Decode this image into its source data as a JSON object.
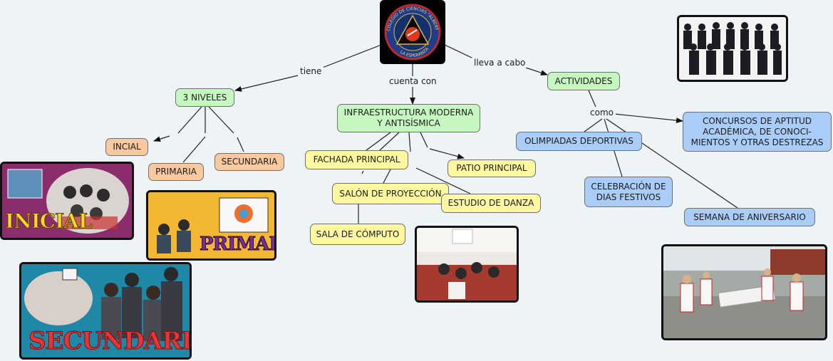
{
  "logo": {
    "ring_text_top": "COLEGIO DE CIENCIAS \"ALBERT EINSTEIN\"",
    "ring_text_bottom": "LA ESPERANZA"
  },
  "nodes": {
    "niveles": "3 NIVELES",
    "infraestructura": "INFRAESTRUCTURA MODERNA Y ANTISÍSMICA",
    "actividades": "ACTIVIDADES",
    "inicial": "INCIAL",
    "primaria": "PRIMARIA",
    "secundaria": "SECUNDARIA",
    "fachada": "FACHADA PRINCIPAL",
    "patio": "PATIO PRINCIPAL",
    "salon": "SALÓN DE PROYECCIÓN",
    "danza": "ESTUDIO DE DANZA",
    "computo": "SALA DE CÓMPUTO",
    "olimpiadas": "OLIMPIADAS DEPORTIVAS",
    "concursos": "CONCURSOS DE APTITUD ACADÉMICA, DE CONOCI-MIENTOS Y OTRAS DESTREZAS",
    "celebracion": "CELEBRACIÓN DE DIAS FESTIVOS",
    "aniversario": "SEMANA DE ANIVERSARIO"
  },
  "links": {
    "tiene": "tiene",
    "cuenta_con": "cuenta con",
    "lleva_a_cabo": "lleva a cabo",
    "como": "como"
  },
  "photos": {
    "inicial_caption": "INICIAL",
    "primaria_caption": "PRIMARIA",
    "secundaria_caption": "SECUNDARIA"
  },
  "colors": {
    "background": "#eef3f6",
    "green_node": "#c6f7c0",
    "peach_node": "#f8c99e",
    "yellow_node": "#fdf7a0",
    "blue_node": "#a9cdf7",
    "caption_red": "#e53535"
  }
}
